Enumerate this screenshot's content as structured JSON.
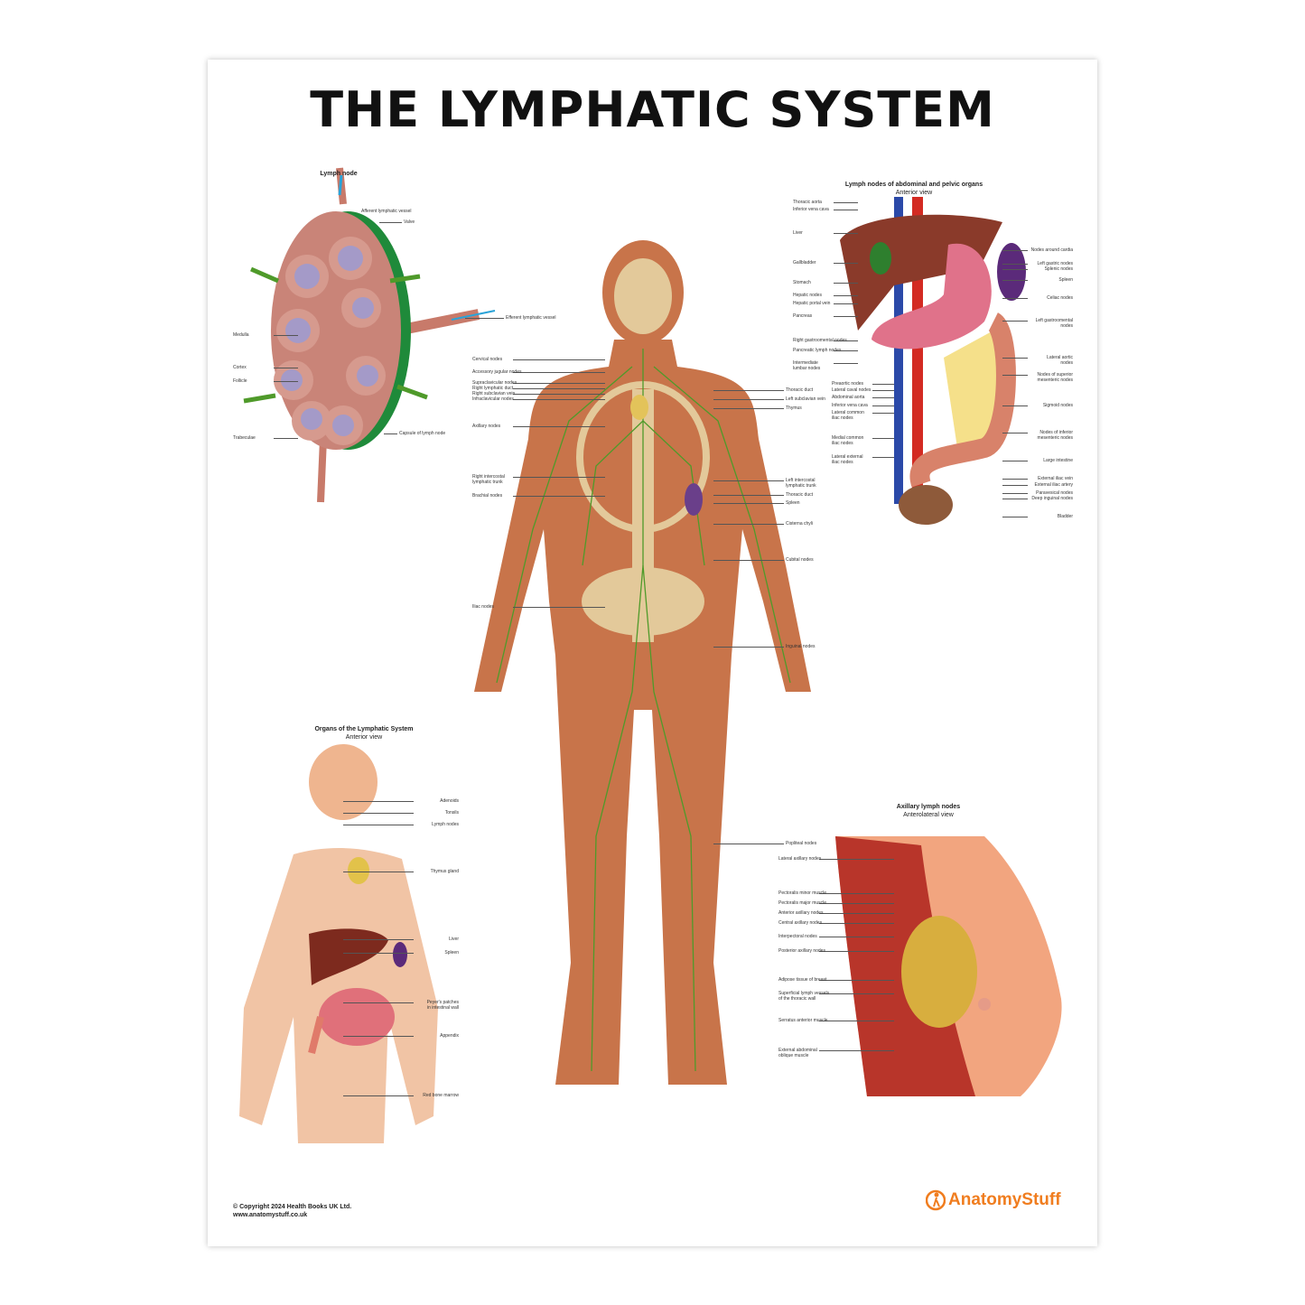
{
  "title": "THE LYMPHATIC SYSTEM",
  "colors": {
    "lymph_green": "#4f9a2a",
    "skin": "#c8744a",
    "logo_orange": "#f07d1f",
    "spleen": "#5b2a7a",
    "liver": "#8a3a2a"
  },
  "lymph_node": {
    "title": "Lymph node",
    "labels": [
      "Afferent lymphatic vessel",
      "Valve",
      "Efferent lymphatic vessel",
      "Medulla",
      "Cortex",
      "Follicle",
      "Trabeculae",
      "Capsule of lymph node"
    ]
  },
  "main_figure": {
    "left_labels": [
      "Cervical nodes",
      "Accessory jugular nodes",
      "Supraclavicular nodes",
      "Right lymphatic duct",
      "Right subclavian vein",
      "Infraclavicular nodes",
      "Axillary nodes",
      "Right intercostal\nlymphatic trunk",
      "Brachial nodes",
      "Iliac nodes"
    ],
    "right_labels": [
      "Thoracic duct",
      "Left subclavian vein",
      "Thymus",
      "Left intercostal\nlymphatic trunk",
      "Thoracic duct",
      "Spleen",
      "Cisterna chyli",
      "Cubital nodes",
      "Inguinal nodes",
      "Popliteal nodes"
    ]
  },
  "abdominal": {
    "title": "Lymph nodes of abdominal and pelvic organs",
    "subtitle": "Anterior view",
    "left_labels": [
      "Thoracic aorta",
      "Inferior vena cava",
      "Liver",
      "Gallbladder",
      "Stomach",
      "Hepatic nodes",
      "Hepatic portal vein",
      "Pancreas",
      "Right gastroomental nodes",
      "Pancreatic lymph nodes",
      "Intermediate\nlumbar nodes"
    ],
    "inner_labels": [
      "Preaortic nodes",
      "Lateral caval nodes",
      "Abdominal aorta",
      "Inferior vena cava",
      "Lateral common\niliac nodes",
      "Medial common\niliac nodes",
      "Lateral external\niliac nodes"
    ],
    "right_labels": [
      "Nodes around cardia",
      "Left gastric nodes",
      "Splenic nodes",
      "Spleen",
      "Celiac nodes",
      "Left gastroomental\nnodes",
      "Lateral aortic\nnodes",
      "Nodes of superior\nmesenteric nodes",
      "Sigmoid nodes",
      "Nodes of inferior\nmesenteric nodes",
      "Large intestine",
      "External iliac vein",
      "External iliac artery",
      "Paravesical nodes",
      "Deep inguinal nodes",
      "Bladder"
    ]
  },
  "organs": {
    "title": "Organs of the Lymphatic System",
    "subtitle": "Anterior view",
    "labels": [
      "Adenoids",
      "Tonsils",
      "Lymph nodes",
      "Thymus gland",
      "Liver",
      "Spleen",
      "Peyer's patches\nin intestinal wall",
      "Appendix",
      "Red bone marrow"
    ]
  },
  "axillary": {
    "title": "Axillary lymph nodes",
    "subtitle": "Anterolateral view",
    "labels": [
      "Lateral axillary nodes",
      "Pectoralis minor muscle",
      "Pectoralis major muscle",
      "Anterior axillary nodes",
      "Central axillary nodes",
      "Interpectoral nodes",
      "Posterior axillary nodes",
      "Adipose tissue of breast",
      "Superficial lymph vessels\nof the thoracic wall",
      "Serratus anterior muscle",
      "External abdominal\noblique muscle"
    ]
  },
  "footer": {
    "copyright": "© Copyright 2024 Health Books UK Ltd.",
    "website": "www.anatomystuff.co.uk",
    "logo_text": "AnatomyStuff"
  }
}
